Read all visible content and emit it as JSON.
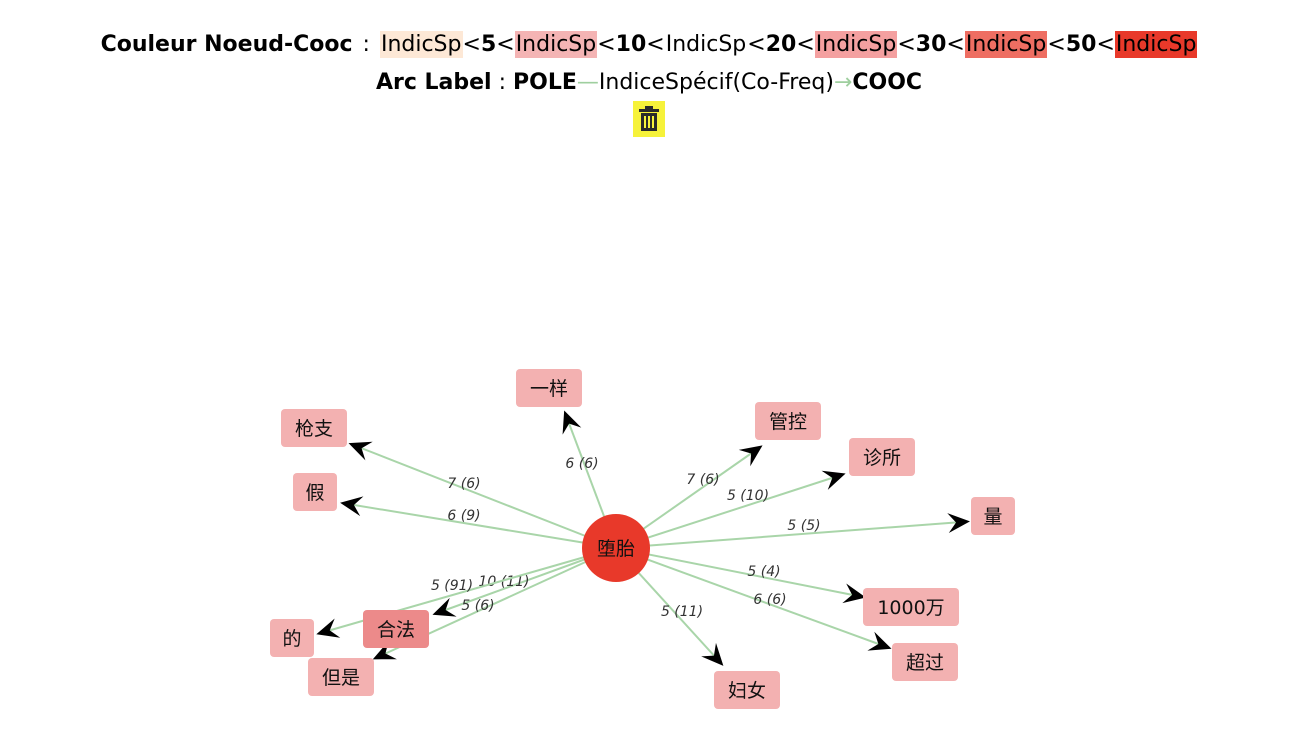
{
  "legend": {
    "node_title": "Couleur Noeud-Cooc",
    "colon": ":",
    "lt": "<",
    "items": [
      {
        "label": "IndicSp",
        "color": "#fde8d6"
      },
      {
        "label": "IndicSp",
        "color": "#f4b4b4"
      },
      {
        "label": "IndicSp",
        "color": "#ffffff"
      },
      {
        "label": "IndicSp",
        "color": "#f4a0a0"
      },
      {
        "label": "IndicSp",
        "color": "#ee6e62"
      },
      {
        "label": "IndicSp",
        "color": "#e8392a"
      }
    ],
    "thresholds": [
      "5",
      "10",
      "20",
      "30",
      "50"
    ],
    "arc_title": "Arc Label",
    "pole": "POLE",
    "dash1": "—",
    "indice": "IndiceSpécif(Co-Freq)",
    "arrow": "→",
    "cooc": "COOC"
  },
  "toolbar": {
    "trash_icon": "trash-icon",
    "trash_color": "#f6f23a"
  },
  "graph": {
    "center": {
      "label": "堕胎",
      "color": "#e8392a"
    },
    "nodes": [
      {
        "id": "yiyang",
        "label": "一样",
        "edge": "6 (6)"
      },
      {
        "id": "qiangzhi",
        "label": "枪支",
        "edge": "7 (6)"
      },
      {
        "id": "jia",
        "label": "假",
        "edge": "6 (9)"
      },
      {
        "id": "guankong",
        "label": "管控",
        "edge": "7 (6)"
      },
      {
        "id": "zhensuo",
        "label": "诊所",
        "edge": "5 (10)"
      },
      {
        "id": "liang",
        "label": "量",
        "edge": "5 (5)"
      },
      {
        "id": "qianwan",
        "label": "1000万",
        "edge": "5 (4)"
      },
      {
        "id": "chaoguo",
        "label": "超过",
        "edge": "6 (6)"
      },
      {
        "id": "funu",
        "label": "妇女",
        "edge": "5 (11)"
      },
      {
        "id": "hefa",
        "label": "合法",
        "edge": "10 (11)"
      },
      {
        "id": "de",
        "label": "的",
        "edge": "5 (91)"
      },
      {
        "id": "danshi",
        "label": "但是",
        "edge": "5 (6)"
      }
    ],
    "node_color": "#f3b1b1",
    "hefa_color": "#ec8a8a",
    "edge_color": "#a9d5a9"
  }
}
